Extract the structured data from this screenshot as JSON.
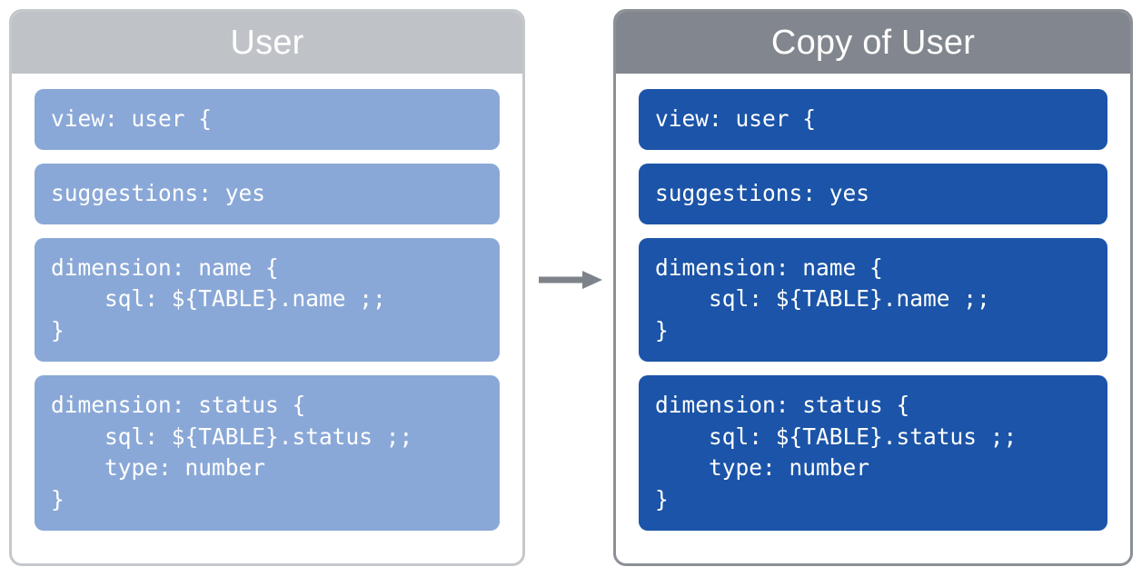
{
  "diagram": {
    "type": "before-after-copy",
    "colors": {
      "source_header_bg": "#bfc3c7",
      "source_block_bg": "#8aa8d7",
      "source_border": "#c5c8cb",
      "copy_header_bg": "#82868e",
      "copy_block_bg": "#1b54a8",
      "copy_border": "#8b9096",
      "arrow": "#7e838a",
      "text_on_block": "#ffffff",
      "card_bg": "#ffffff"
    },
    "arrow": {
      "icon": "arrow-right-icon",
      "direction": "right",
      "label": ""
    }
  },
  "source_card": {
    "title": "User",
    "blocks": [
      {
        "name": "view-declaration",
        "code": "view: user {"
      },
      {
        "name": "suggestions-parameter",
        "code": "suggestions: yes"
      },
      {
        "name": "dimension-name",
        "code": "dimension: name {\n    sql: ${TABLE}.name ;;\n}"
      },
      {
        "name": "dimension-status",
        "code": "dimension: status {\n    sql: ${TABLE}.status ;;\n    type: number\n}"
      }
    ]
  },
  "copy_card": {
    "title": "Copy of User",
    "blocks": [
      {
        "name": "view-declaration",
        "code": "view: user {"
      },
      {
        "name": "suggestions-parameter",
        "code": "suggestions: yes"
      },
      {
        "name": "dimension-name",
        "code": "dimension: name {\n    sql: ${TABLE}.name ;;\n}"
      },
      {
        "name": "dimension-status",
        "code": "dimension: status {\n    sql: ${TABLE}.status ;;\n    type: number\n}"
      }
    ]
  }
}
